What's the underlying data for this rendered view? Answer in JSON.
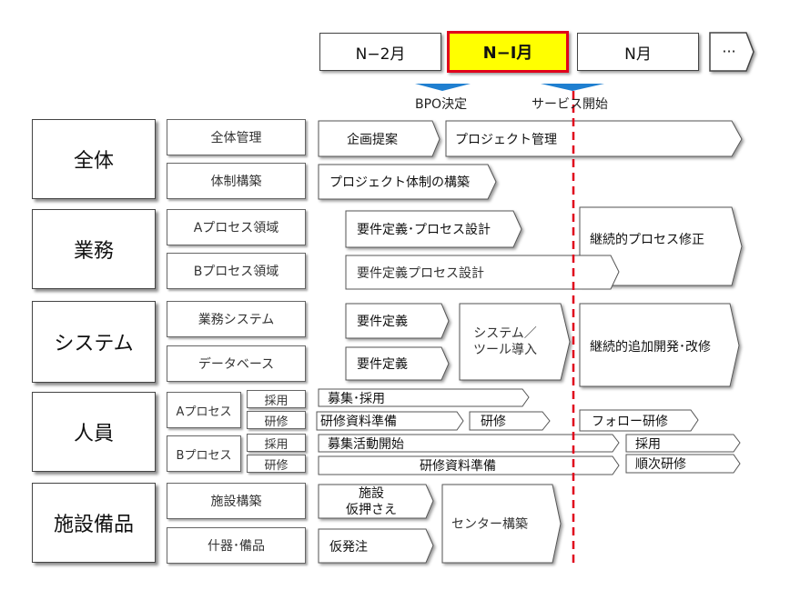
{
  "periods": {
    "p1": "N−2月",
    "p2": "N−I月",
    "p3": "N月",
    "p4": "···"
  },
  "milestones": {
    "bpo": "BPO決定",
    "service": "サービス開始"
  },
  "categories": {
    "all": "全体",
    "business": "業務",
    "system": "システム",
    "staff": "人員",
    "facility": "施設備品"
  },
  "subs": {
    "overall_mgmt": "全体管理",
    "org_build": "体制構築",
    "a_process": "Aプロセス領域",
    "b_process": "Bプロセス領域",
    "biz_system": "業務システム",
    "database": "データベース",
    "a_proc": "Aプロセス",
    "b_proc": "Bプロセス",
    "recruit": "採用",
    "training": "研修",
    "facility_build": "施設構築",
    "fixtures": "什器･備品"
  },
  "tasks": {
    "planning": "企画提案",
    "pm": "プロジェクト管理",
    "pj_org": "プロジェクト体制の構築",
    "req_design_a": "要件定義･プロセス設計",
    "continuous_process": "継続的プロセス修正",
    "req_design_b": "要件定義プロセス設計",
    "req_def_1": "要件定義",
    "req_def_2": "要件定義",
    "sys_intro_1": "システム／",
    "sys_intro_2": "ツール導入",
    "continuous_dev": "継続的追加開発･改修",
    "recruit_a": "募集･採用",
    "train_material_a": "研修資料準備",
    "train_a": "研修",
    "follow_train": "フォロー研修",
    "recruit_activity": "募集活動開始",
    "hire_b": "採用",
    "train_material_b": "研修資料準備",
    "sequential_train": "順次研修",
    "facility_1": "施設",
    "facility_2": "仮押さえ",
    "center_build": "センター構築",
    "provisional_order": "仮発注"
  },
  "colors": {
    "highlight_fill": "#ffff00",
    "highlight_border": "#e0001b",
    "milestone_arrow": "#1f7fd0",
    "service_line": "#e0001b"
  }
}
